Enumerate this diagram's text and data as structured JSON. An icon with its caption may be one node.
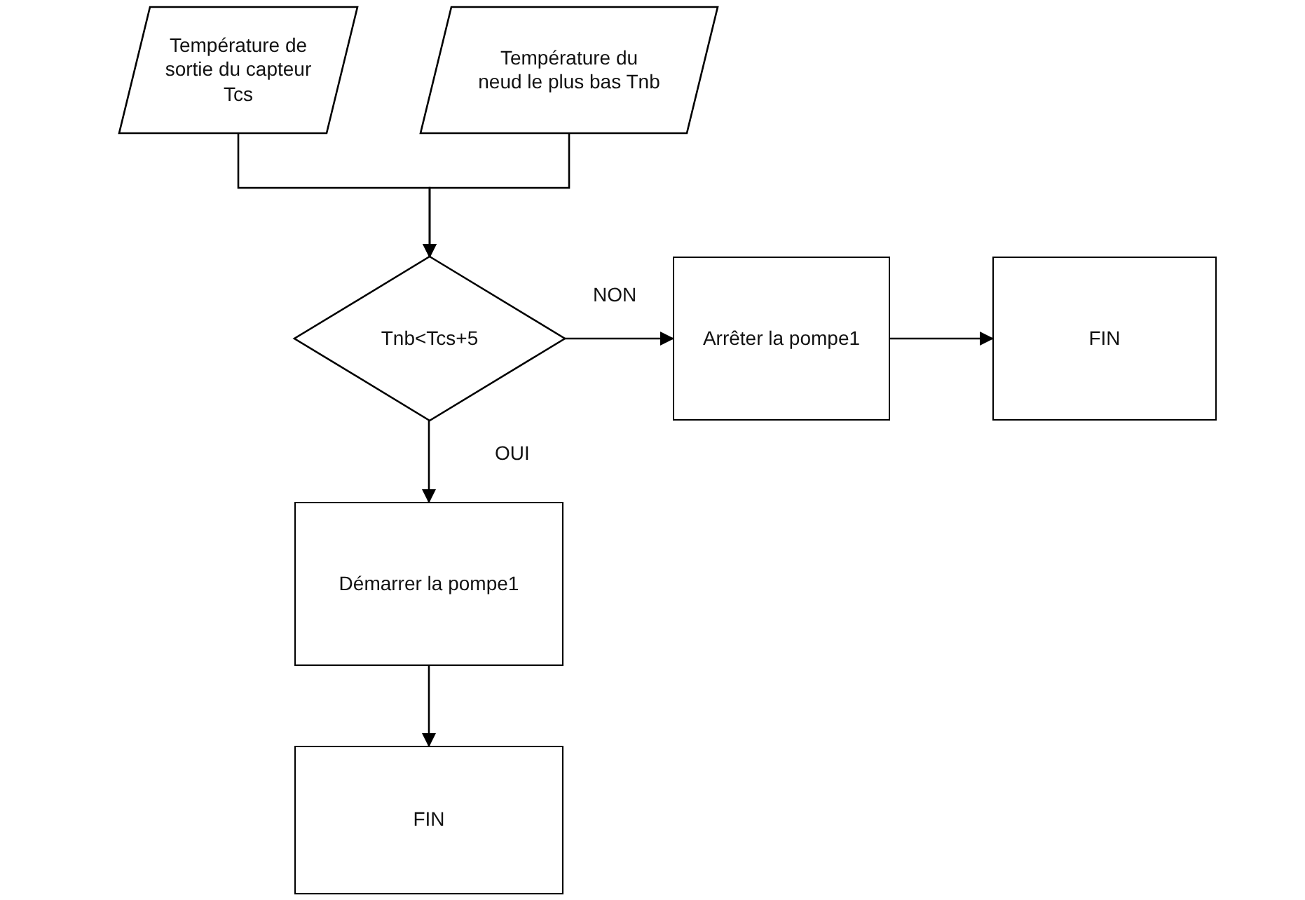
{
  "diagram": {
    "nodes": [
      {
        "text": [
          "Température de sortie du capteur Tcs"
        ]
      },
      {
        "text": [
          "Température du neud le plus bas Tnb"
        ]
      },
      {
        "text": [
          "Tnb<Tcs+5"
        ]
      },
      {
        "text": [
          "Arrêter la pompe1"
        ]
      },
      {
        "text": [
          "FIN"
        ]
      },
      {
        "text": [
          "Démarrer la pompe1"
        ]
      },
      {
        "text": [
          "FIN"
        ]
      }
    ],
    "edges": [
      {
        "from": 0,
        "to": 2,
        "arrow": "to"
      },
      {
        "from": 1,
        "to": 2,
        "arrow": "to"
      },
      {
        "from": 2,
        "to": 3,
        "arrow": "to",
        "label": "NON"
      },
      {
        "from": 3,
        "to": 4,
        "arrow": "to"
      },
      {
        "from": 2,
        "to": 5,
        "arrow": "to",
        "label": "OUI"
      },
      {
        "from": 5,
        "to": 6,
        "arrow": "to"
      }
    ]
  }
}
